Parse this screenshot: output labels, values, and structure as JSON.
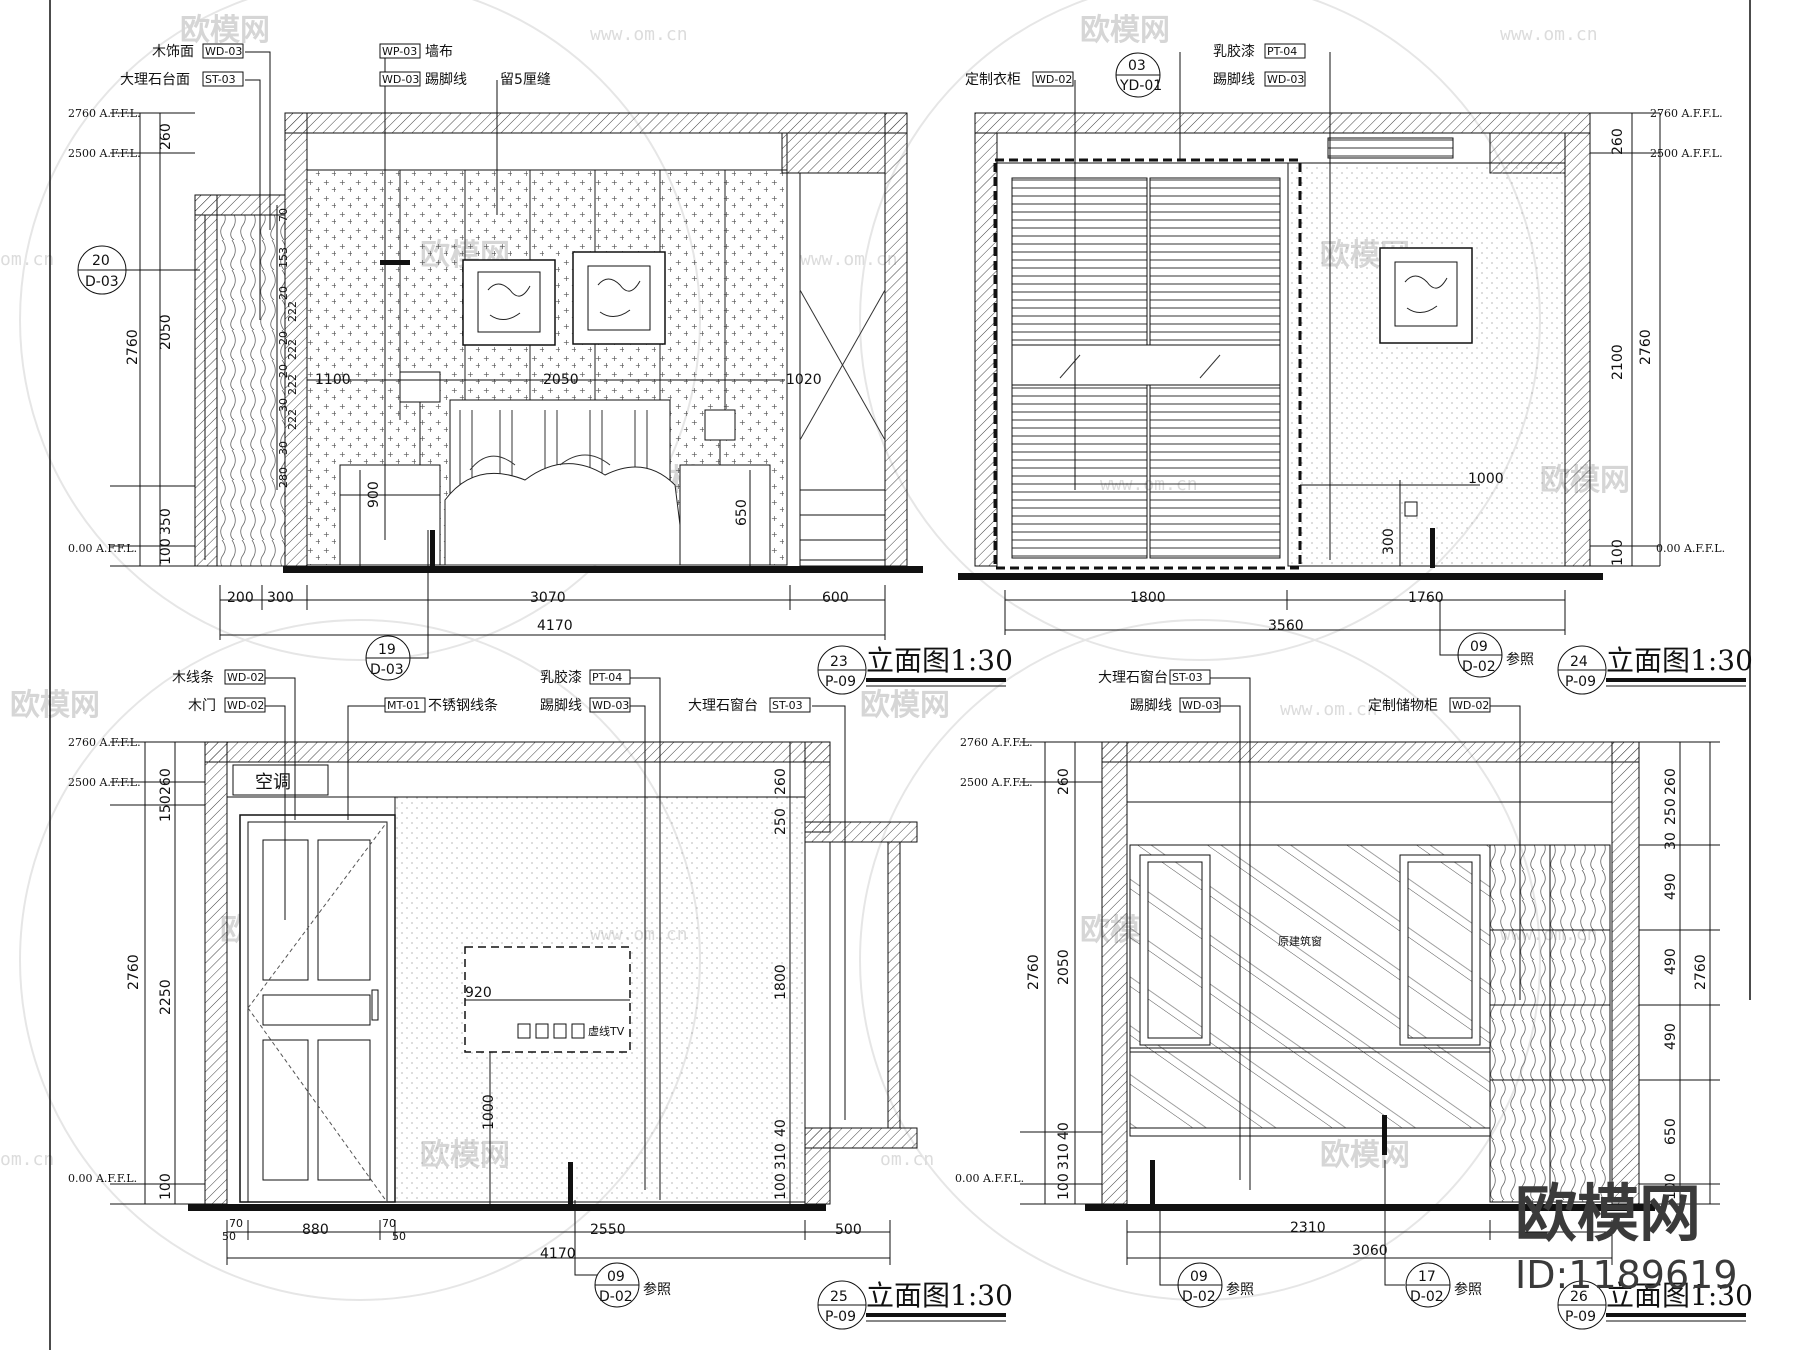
{
  "panels": {
    "p23": {
      "labels": {
        "wood": "木饰面",
        "wood_code": "WD-03",
        "marble": "大理石台面",
        "marble_code": "ST-03",
        "wallcloth": "墙布",
        "wallcloth_code": "WP-03",
        "skirting": "踢脚线",
        "skirting_code": "WD-03",
        "gap": "留5厘缝"
      },
      "levels": [
        "2760 A.F.F.L.",
        "2500 A.F.F.L.",
        "0.00 A.F.F.L."
      ],
      "vdims": [
        "260",
        "2050",
        "2760",
        "350",
        "100",
        "900",
        "650"
      ],
      "stack": [
        "70",
        "153",
        "20",
        "222",
        "20",
        "222",
        "20",
        "222",
        "30",
        "222",
        "30",
        "280"
      ],
      "inner": [
        "1100",
        "2050",
        "1020"
      ],
      "hdims": [
        "200",
        "300",
        "3070",
        "600"
      ],
      "total": "4170",
      "ref_left": {
        "num": "20",
        "sheet": "D-03"
      },
      "ref_bottom": {
        "num": "19",
        "sheet": "D-03"
      },
      "title": "立面图1:30",
      "tag": {
        "num": "23",
        "sheet": "P-09"
      }
    },
    "p24": {
      "labels": {
        "wardrobe": "定制衣柜",
        "wardrobe_code": "WD-02",
        "latex": "乳胶漆",
        "latex_code": "PT-04",
        "skirting": "踢脚线",
        "skirting_code": "WD-03"
      },
      "top_ref": {
        "num": "03",
        "sheet": "YD-01"
      },
      "levels": [
        "2760 A.F.F.L.",
        "2500 A.F.F.L.",
        "0.00 A.F.F.L."
      ],
      "vdims": [
        "260",
        "2100",
        "2760",
        "100",
        "300"
      ],
      "inner": [
        "1000"
      ],
      "hdims": [
        "1800",
        "1760"
      ],
      "total": "3560",
      "ref_bottom": {
        "num": "09",
        "sheet": "D-02",
        "note": "参照"
      },
      "title": "立面图1:30",
      "tag": {
        "num": "24",
        "sheet": "P-09"
      }
    },
    "p25": {
      "labels": {
        "woodline": "木线条",
        "woodline_code": "WD-02",
        "door": "木门",
        "door_code": "WD-02",
        "steel": "不锈钢线条",
        "steel_code": "MT-01",
        "latex": "乳胶漆",
        "latex_code": "PT-04",
        "skirting": "踢脚线",
        "skirting_code": "WD-03",
        "sill": "大理石窗台",
        "sill_code": "ST-03"
      },
      "ac": "空调",
      "tv": "虚线TV",
      "levels": [
        "2760 A.F.F.L.",
        "2500 A.F.F.L.",
        "0.00 A.F.F.L."
      ],
      "vdims": [
        "260",
        "150",
        "2250",
        "2760",
        "100",
        "260",
        "250",
        "1800",
        "40",
        "310",
        "100",
        "1000"
      ],
      "inner": [
        "920"
      ],
      "hdims": [
        "70",
        "50",
        "880",
        "70",
        "50",
        "2550",
        "500"
      ],
      "total": "4170",
      "ref_bottom": {
        "num": "09",
        "sheet": "D-02",
        "note": "参照"
      },
      "title": "立面图1:30",
      "tag": {
        "num": "25",
        "sheet": "P-09"
      }
    },
    "p26": {
      "labels": {
        "sill": "大理石窗台",
        "sill_code": "ST-03",
        "skirting": "踢脚线",
        "skirting_code": "WD-03",
        "storage": "定制储物柜",
        "storage_code": "WD-02"
      },
      "window": "原建筑窗",
      "levels": [
        "2760 A.F.F.L.",
        "2500 A.F.F.L.",
        "0.00 A.F.F.L."
      ],
      "vdims": [
        "260",
        "2050",
        "2760",
        "40",
        "310",
        "100"
      ],
      "right_dims": [
        "260",
        "30",
        "250",
        "490",
        "490",
        "490",
        "650",
        "100",
        "2760"
      ],
      "hdims": [
        "2310"
      ],
      "total": "3060",
      "ref_a": {
        "num": "09",
        "sheet": "D-02",
        "note": "参照"
      },
      "ref_b": {
        "num": "17",
        "sheet": "D-02",
        "note": "参照"
      },
      "title": "立面图1:30",
      "tag": {
        "num": "26",
        "sheet": "P-09"
      }
    }
  },
  "watermark": {
    "brand": "欧模网",
    "url": "www.om.cn",
    "frag": "om.cn"
  },
  "brand_logo": {
    "name": "欧模网",
    "id": "ID:1189619"
  }
}
